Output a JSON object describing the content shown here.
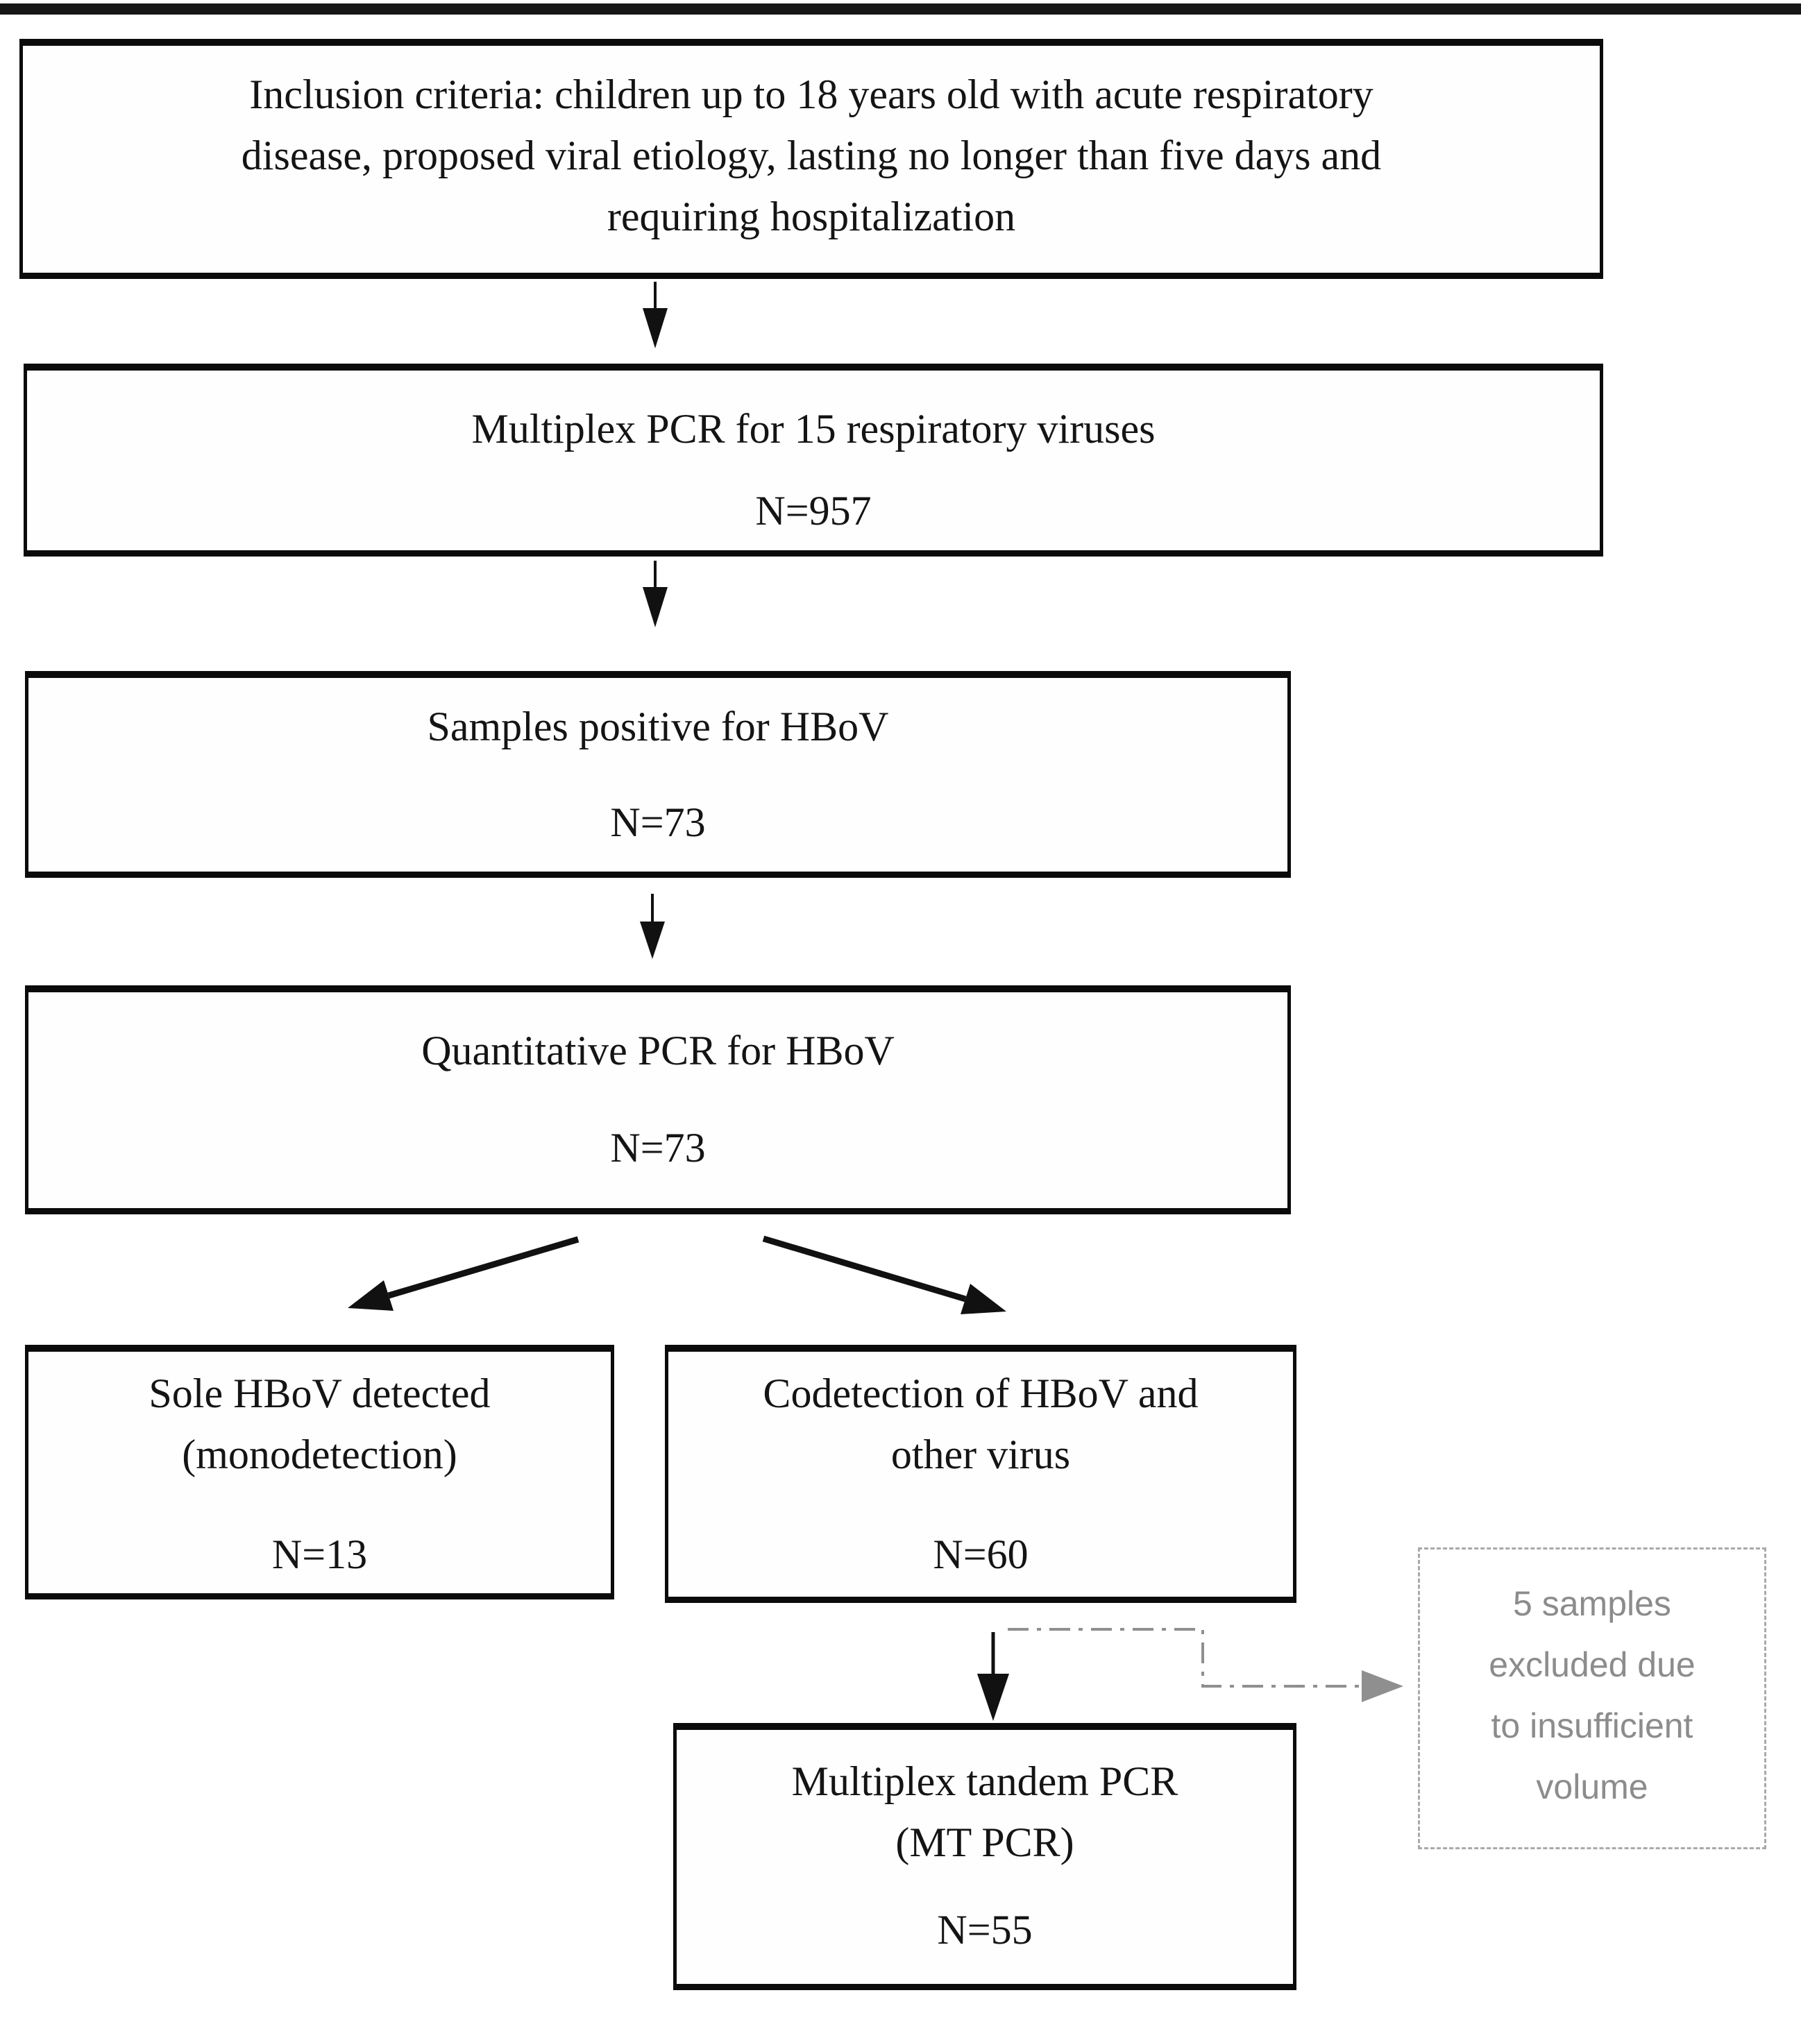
{
  "colors": {
    "background": "#ffffff",
    "box_fill": "#fefefe",
    "box_border": "#0b0b0b",
    "box_text": "#141414",
    "note_border": "#a9a9a9",
    "note_text": "#8c8c8c",
    "connector": "#8f8f8f",
    "arrow": "#111111",
    "top_bar": "#161616"
  },
  "boxes": {
    "inclusion": {
      "lines": [
        "Inclusion criteria: children up to 18 years old with acute respiratory",
        "disease, proposed viral etiology, lasting no longer than five days and",
        "requiring hospitalization"
      ]
    },
    "multiplex_pcr": {
      "title": "Multiplex PCR for 15 respiratory viruses",
      "n": "N=957"
    },
    "samples_positive": {
      "title": "Samples positive for HBoV",
      "n": "N=73"
    },
    "quantitative_pcr": {
      "title": "Quantitative PCR for HBoV",
      "n": "N=73"
    },
    "monodetection": {
      "lines": [
        "Sole HBoV detected",
        "(monodetection)"
      ],
      "n": "N=13"
    },
    "codetection": {
      "lines": [
        "Codetection of HBoV and",
        "other virus"
      ],
      "n": "N=60"
    },
    "mt_pcr": {
      "lines": [
        "Multiplex tandem PCR",
        "(MT PCR)"
      ],
      "n": "N=55"
    },
    "excluded_note": {
      "lines": [
        "5 samples",
        "excluded due",
        "to insufficient",
        "volume"
      ]
    }
  },
  "connectors": [
    {
      "name": "arrow-inclusion-to-multiplex",
      "style": "solid-black"
    },
    {
      "name": "arrow-multiplex-to-samples",
      "style": "solid-black"
    },
    {
      "name": "arrow-samples-to-quantitative",
      "style": "solid-black"
    },
    {
      "name": "arrow-quantitative-to-monodetection",
      "style": "solid-black-diagonal"
    },
    {
      "name": "arrow-quantitative-to-codetection",
      "style": "solid-black-diagonal"
    },
    {
      "name": "arrow-codetection-to-mtpcr",
      "style": "solid-black"
    },
    {
      "name": "connector-excluded-samples",
      "style": "gray-dash-dot"
    }
  ]
}
